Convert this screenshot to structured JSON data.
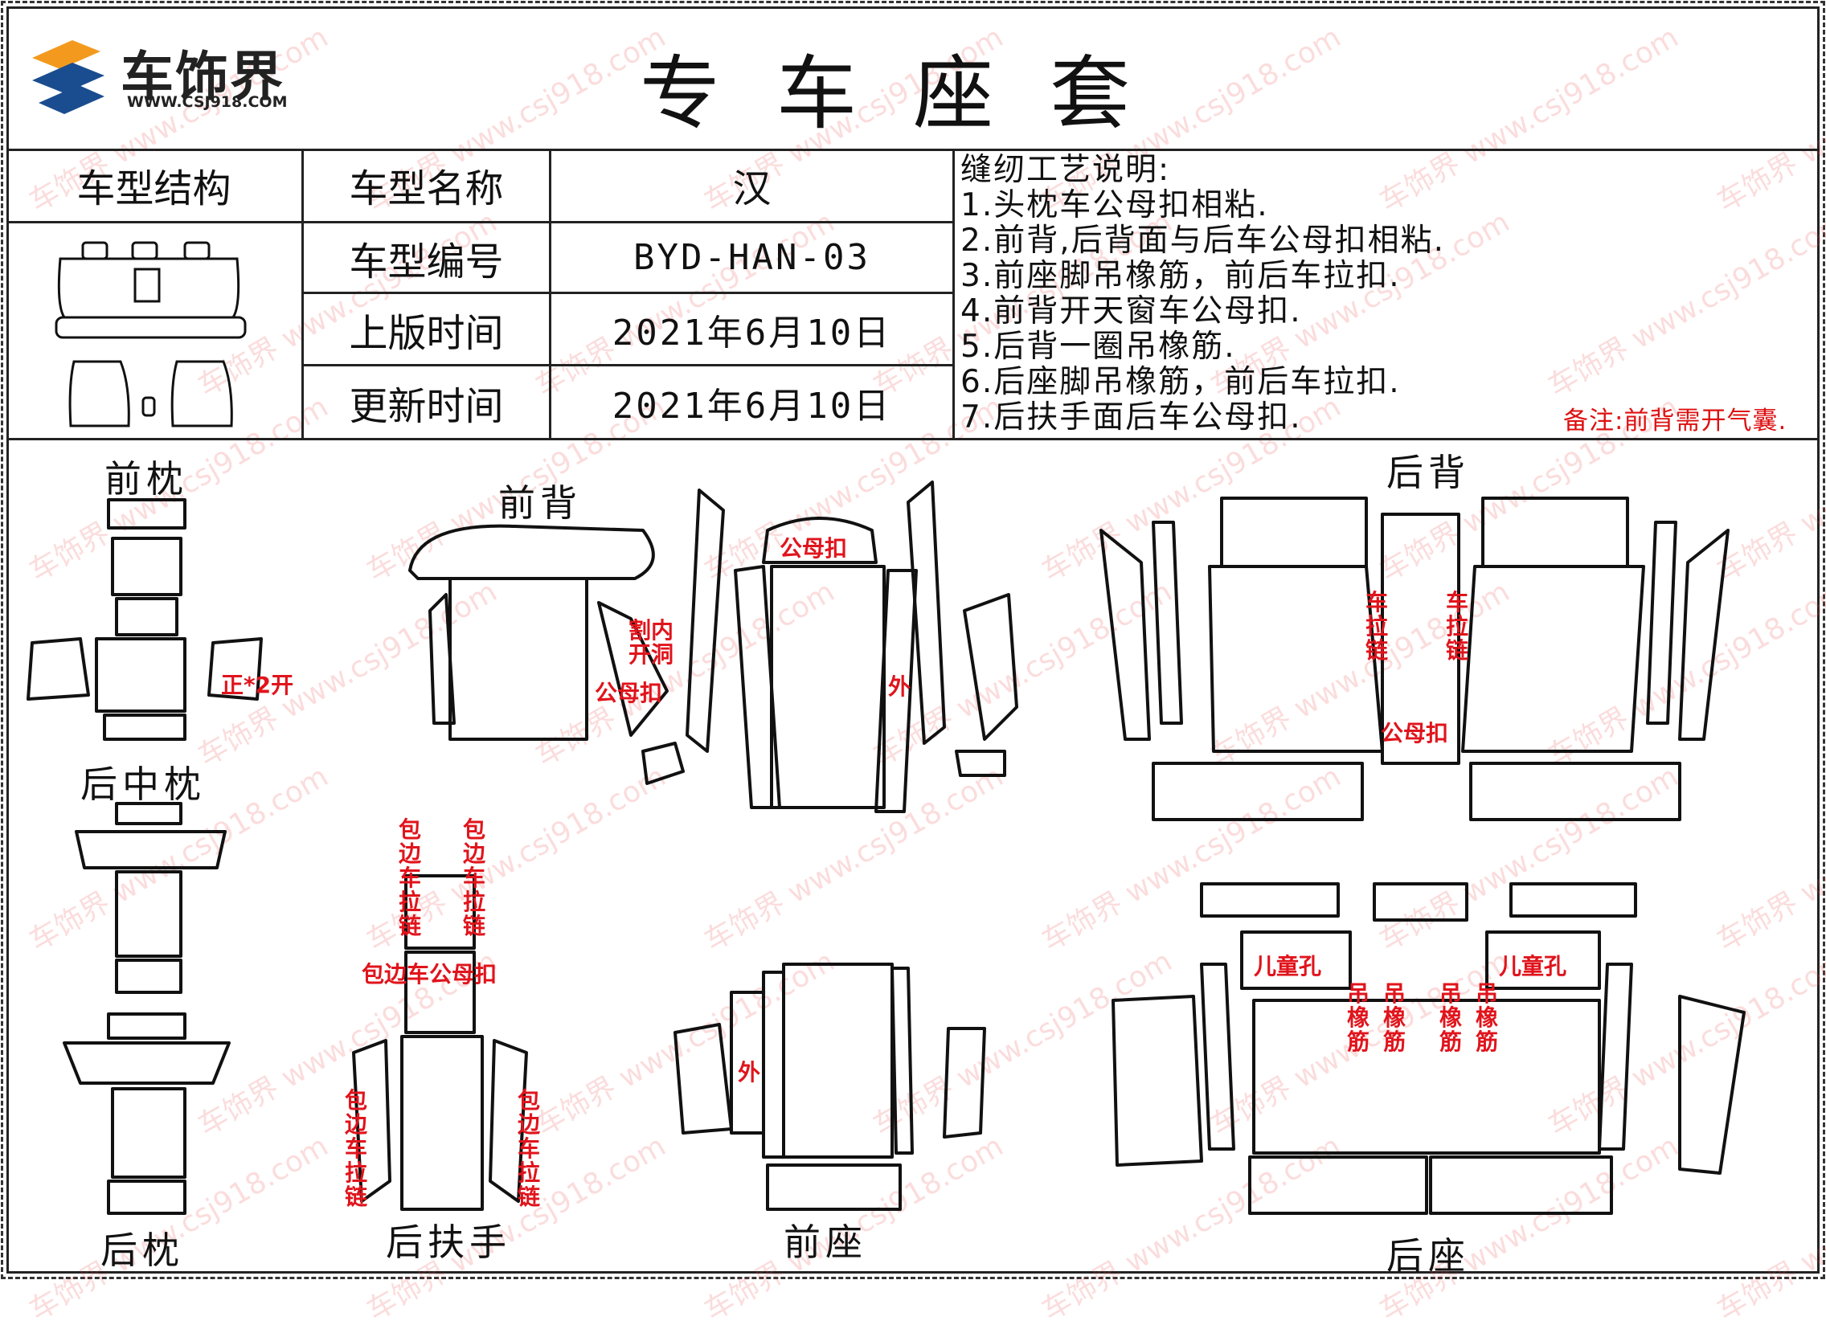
{
  "header": {
    "brand": "车饰界",
    "brand_url": "WWW.CSJ918.COM",
    "title": "专车座套"
  },
  "info": {
    "struct_label": "车型结构",
    "name_label": "车型名称",
    "name_value": "汉",
    "code_label": "车型编号",
    "code_value": "BYD-HAN-03",
    "pub_label": "上版时间",
    "pub_value": "2021年6月10日",
    "upd_label": "更新时间",
    "upd_value": "2021年6月10日"
  },
  "notes": {
    "title": "缝纫工艺说明:",
    "items": [
      "1.头枕车公母扣相粘.",
      "2.前背,后背面与后车公母扣相粘.",
      "3.前座脚吊橡筋，前后车拉扣.",
      "4.前背开天窗车公母扣.",
      "5.后背一圈吊橡筋.",
      "6.后座脚吊橡筋，前后车拉扣.",
      "7.后扶手面后车公母扣."
    ],
    "remark": "备注:前背需开气囊."
  },
  "sections": {
    "front_pillow": "前枕",
    "rear_mid_pillow": "后中枕",
    "rear_pillow": "后枕",
    "front_back": "前背",
    "rear_back": "后背",
    "rear_armrest": "后扶手",
    "front_seat": "前座",
    "rear_seat": "后座"
  },
  "marks": {
    "a": "正*2开",
    "b": "割内开洞",
    "c": "公母扣",
    "d": "公母扣",
    "e": "外",
    "f": "车拉链",
    "g": "车拉链",
    "h": "公母扣",
    "i": "包边车拉链",
    "j": "包边车拉链",
    "k": "包边车公母扣",
    "l": "包边车拉链",
    "m": "包边车拉链",
    "n": "外",
    "o": "儿童孔",
    "p": "儿童孔",
    "q": "吊橡筋",
    "r": "吊橡筋",
    "s": "吊橡筋",
    "t": "吊橡筋"
  },
  "watermark": "车饰界 www.csj918.com"
}
